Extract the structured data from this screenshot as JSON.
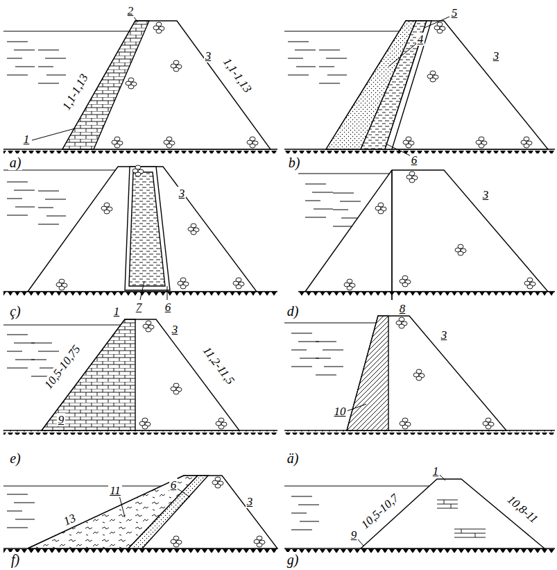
{
  "diagram": {
    "labels": [
      "2",
      "1",
      "1,1-1,13",
      "3",
      "1,1-1,13",
      "a)",
      "4",
      "5",
      "3",
      "6",
      "b)",
      "3",
      "7",
      "6",
      "ç)",
      "3",
      "8",
      "d)",
      "1",
      "3",
      "10,5-10,75",
      "11,2-11,5",
      "9",
      "e)",
      "3",
      "10",
      "ä)",
      "11",
      "6",
      "3",
      "13",
      "f)",
      "1",
      "9",
      "10,5-10,7",
      "10,8-11",
      "g)"
    ]
  }
}
